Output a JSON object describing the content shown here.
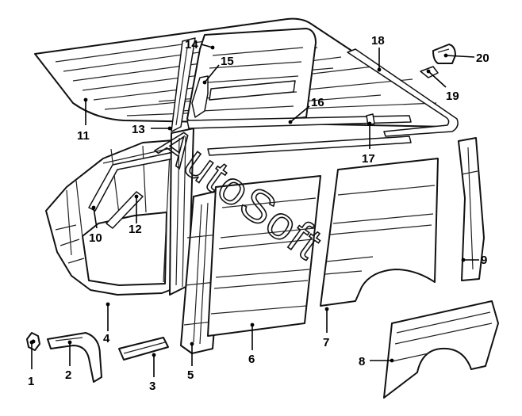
{
  "watermark": "AutoSoft",
  "callouts": [
    "1",
    "2",
    "3",
    "4",
    "5",
    "6",
    "7",
    "8",
    "9",
    "10",
    "11",
    "12",
    "13",
    "14",
    "15",
    "16",
    "17",
    "18",
    "19",
    "20"
  ]
}
